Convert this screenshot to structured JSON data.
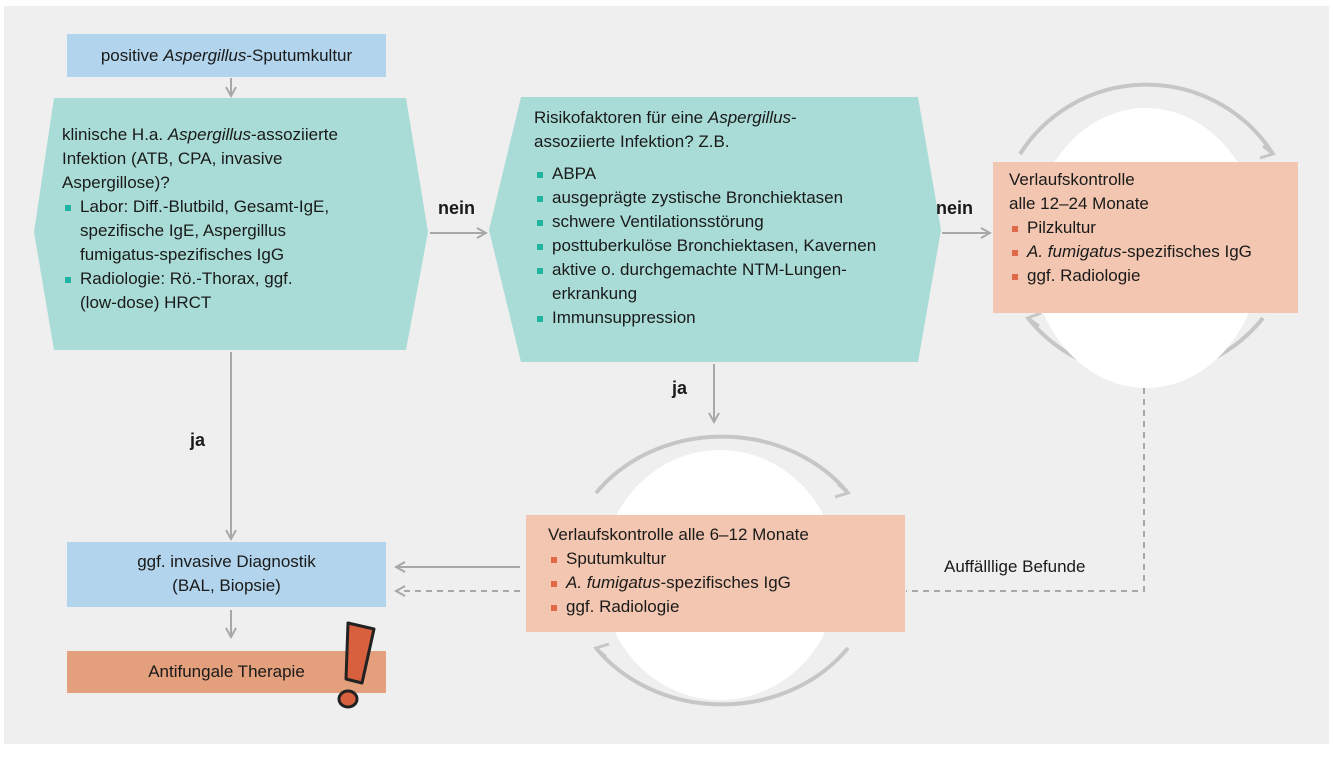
{
  "boxes": {
    "start": {
      "pre": "positive ",
      "italic": "Aspergillus",
      "post": "-Sputumkultur"
    },
    "hex1": {
      "line1_pre": "klinische H.a. ",
      "line1_italic": "Aspergillus",
      "line1_post": "-assoziierte",
      "line2": "Infektion (ATB, CPA, invasive",
      "line3": "Aspergillose)?",
      "bullets": [
        [
          "Labor: Diff.-Blutbild, Gesamt-IgE,",
          "spezifische IgE, Aspergillus",
          "fumigatus-spezifisches  IgG"
        ],
        [
          "Radiologie: Rö.-Thorax, ggf.",
          "(low-dose) HRCT"
        ]
      ]
    },
    "hex2": {
      "line1_pre": "Risikofaktoren für eine ",
      "line1_italic": "Aspergillus",
      "line1_post": "-",
      "line2": "assoziierte Infektion? Z.B.",
      "bullets": [
        [
          "ABPA"
        ],
        [
          "ausgeprägte zystische Bronchiektasen"
        ],
        [
          "schwere Ventilationsstörung"
        ],
        [
          "posttuberkulöse Bronchiektasen, Kavernen"
        ],
        [
          "aktive o. durchgemachte NTM-Lungen-",
          "erkrankung"
        ],
        [
          "Immunsuppression"
        ]
      ]
    },
    "followup_long": {
      "title1": "Verlaufskontrolle",
      "title2": "alle 12–24 Monate",
      "item1": "Pilzkultur",
      "item2_italic": "A. fumigatus",
      "item2_post": "-spezifisches IgG",
      "item3": "ggf. Radiologie"
    },
    "followup_short": {
      "title": "Verlaufskontrolle alle 6–12 Monate",
      "item1": "Sputumkultur",
      "item2_italic": "A. fumigatus",
      "item2_post": "-spezifisches IgG",
      "item3": "ggf. Radiologie"
    },
    "invasive": {
      "line1": "ggf. invasive Diagnostik",
      "line2": "(BAL, Biopsie)"
    },
    "therapy": {
      "label": "Antifungale Therapie"
    }
  },
  "labels": {
    "nein1": "nein",
    "nein2": "nein",
    "ja1": "ja",
    "ja2": "ja",
    "abnormal": "Auffälllige Befunde"
  },
  "colors": {
    "teal": "#a9dcd6",
    "blue": "#b2d4ec",
    "salmon": "#f2c6b0",
    "orange": "#e49f7c",
    "arrow": "#a8a8a8",
    "warning": "#d9603e"
  }
}
